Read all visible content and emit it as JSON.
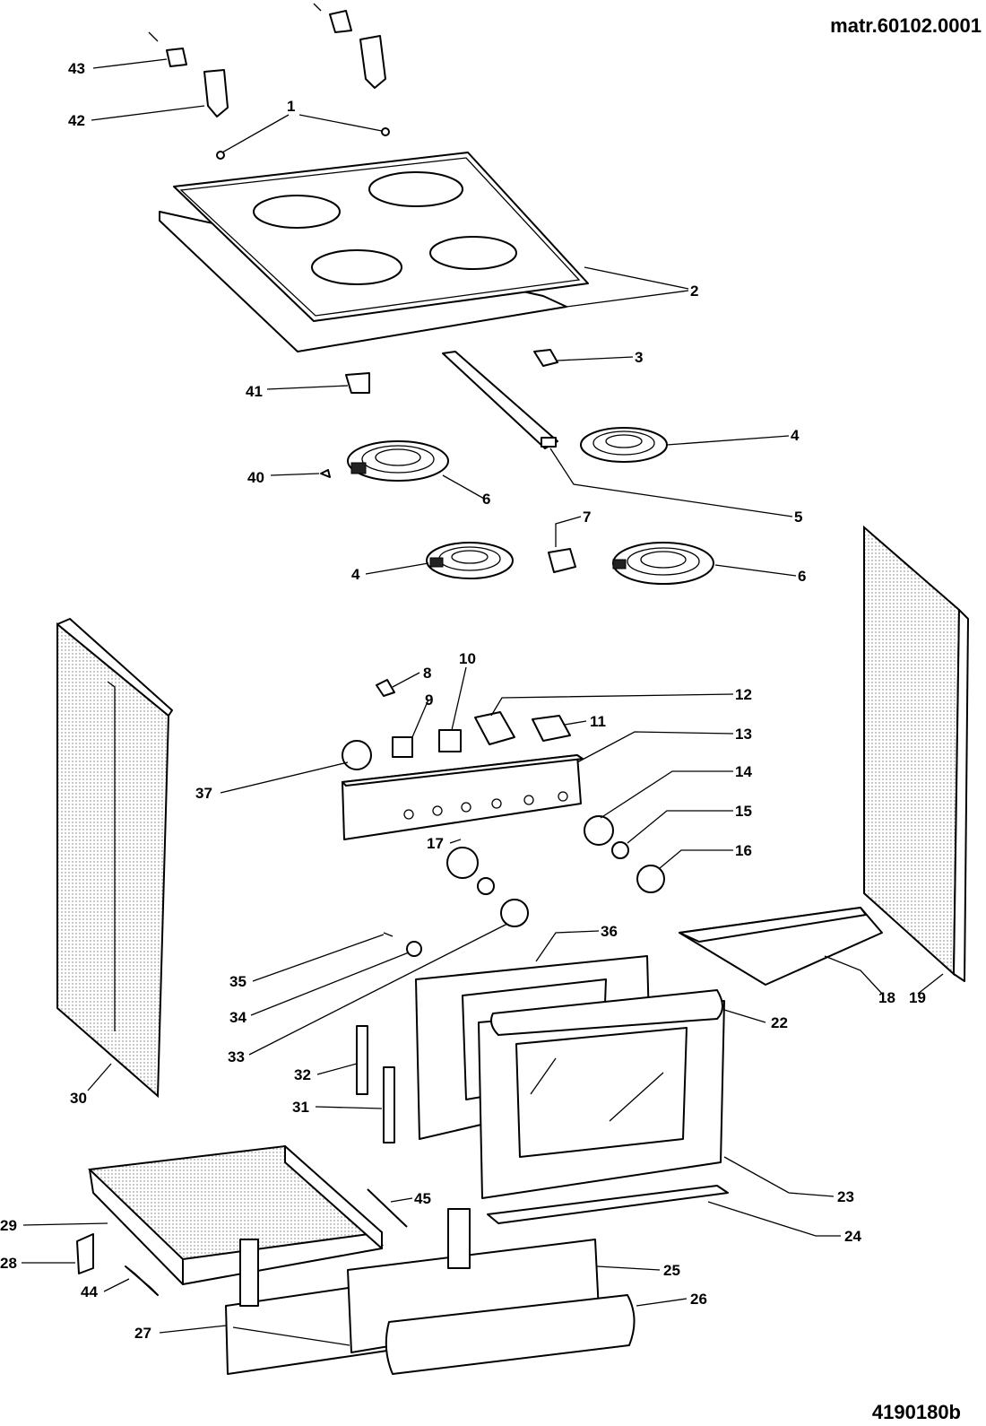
{
  "header": {
    "material_code": "matr.60102.0001",
    "drawing_code": "4190180b"
  },
  "callouts": {
    "c1": "1",
    "c2": "2",
    "c3": "3",
    "c4a": "4",
    "c4b": "4",
    "c5": "5",
    "c6a": "6",
    "c6b": "6",
    "c7": "7",
    "c8": "8",
    "c9": "9",
    "c10": "10",
    "c11": "11",
    "c12": "12",
    "c13": "13",
    "c14": "14",
    "c15": "15",
    "c16": "16",
    "c17": "17",
    "c18": "18",
    "c19": "19",
    "c22": "22",
    "c23": "23",
    "c24": "24",
    "c25": "25",
    "c26": "26",
    "c27": "27",
    "c28": "28",
    "c29": "29",
    "c30": "30",
    "c31": "31",
    "c32": "32",
    "c33": "33",
    "c34": "34",
    "c35": "35",
    "c36": "36",
    "c37": "37",
    "c40": "40",
    "c41": "41",
    "c42": "42",
    "c43": "43",
    "c44": "44",
    "c45": "45"
  }
}
